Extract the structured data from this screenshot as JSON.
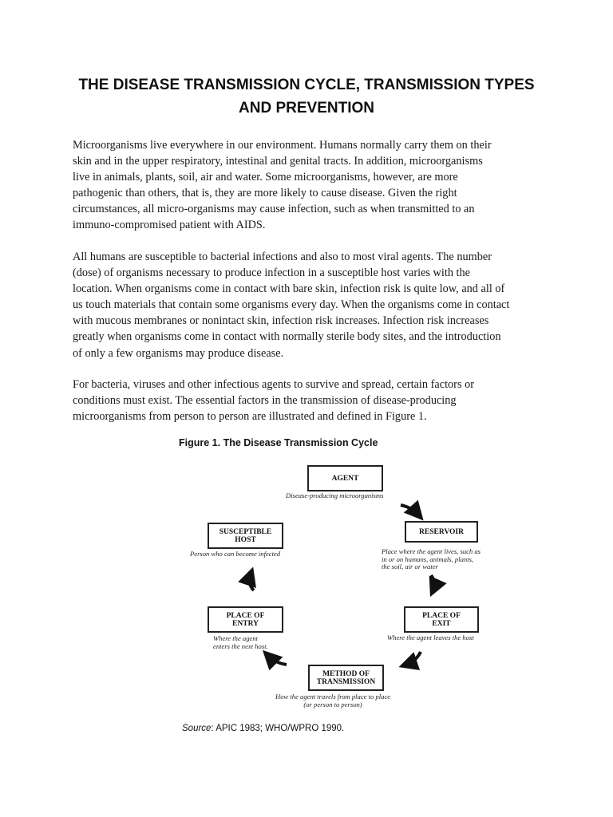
{
  "document": {
    "title_lines": [
      "THE DISEASE TRANSMISSION CYCLE, TRANSMISSION TYPES",
      "AND PREVENTION"
    ],
    "paragraphs": [
      [
        "Microorganisms live everywhere in our environment. Humans normally carry them on their",
        "skin and in the upper respiratory, intestinal and genital tracts. In addition, microorganisms",
        "live in animals, plants, soil, air and water. Some microorganisms, however, are more",
        "pathogenic than others, that is, they are more likely to cause disease. Given the right",
        "circumstances, all micro-organisms may cause infection, such as when transmitted to an",
        "immuno-compromised patient with AIDS."
      ],
      [
        "All humans are susceptible to bacterial infections and also to most viral agents. The number",
        "(dose) of organisms necessary to produce infection in a susceptible host varies with the",
        "location. When organisms come in contact with bare skin, infection risk is quite low, and all of",
        "us touch materials that contain some organisms every day. When the organisms come in contact",
        "with mucous membranes or nonintact skin, infection risk increases. Infection risk increases",
        "greatly when organisms come in contact with normally sterile body sites, and the introduction",
        "of only a few organisms may produce disease."
      ],
      [
        "For bacteria, viruses and other infectious agents to survive and spread, certain factors or",
        "conditions must exist. The essential factors in the transmission of disease-producing",
        "microorganisms from person to person are illustrated and defined in Figure 1."
      ]
    ]
  },
  "figure": {
    "caption": "Figure 1. The Disease Transmission Cycle",
    "nodes": {
      "agent": {
        "label_lines": [
          "AGENT"
        ],
        "desc_lines": [
          "Disease-producing microorganisms"
        ]
      },
      "reservoir": {
        "label_lines": [
          "RESERVOIR"
        ],
        "desc_lines": [
          "Place where the agent lives, such as",
          "in or on humans, animals, plants,",
          "the soil, air or water"
        ]
      },
      "place_of_exit": {
        "label_lines": [
          "PLACE OF",
          "EXIT"
        ],
        "desc_lines": [
          "Where the agent leaves the host"
        ]
      },
      "method_of_transmission": {
        "label_lines": [
          "METHOD OF",
          "TRANSMISSION"
        ],
        "desc_lines": [
          "How the agent travels from place to place",
          "(or person to person)"
        ]
      },
      "place_of_entry": {
        "label_lines": [
          "PLACE OF",
          "ENTRY"
        ],
        "desc_lines": [
          "Where the agent",
          "enters the next host."
        ]
      },
      "susceptible_host": {
        "label_lines": [
          "SUSCEPTIBLE",
          "HOST"
        ],
        "desc_lines": [
          "Person who can become infected"
        ]
      }
    },
    "source_label": "Source",
    "source_text": ": APIC 1983; WHO/WPRO 1990."
  }
}
